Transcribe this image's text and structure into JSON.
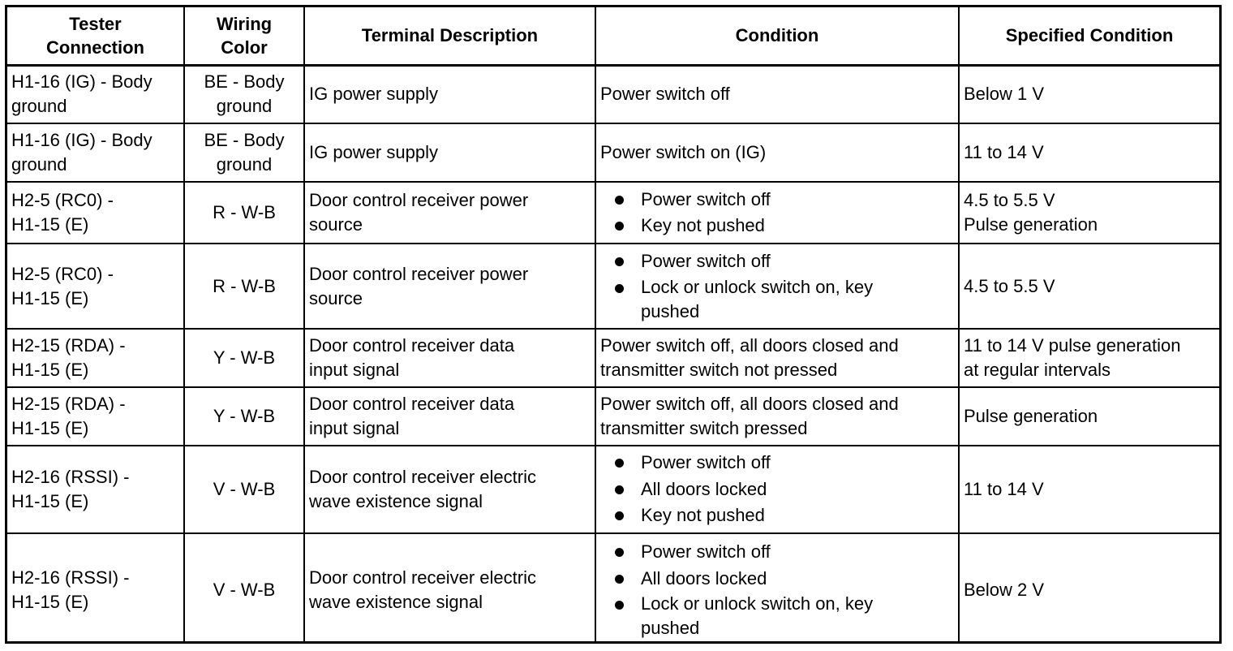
{
  "table": {
    "headers": [
      "Tester\nConnection",
      "Wiring\nColor",
      "Terminal Description",
      "Condition",
      "Specified Condition"
    ],
    "rows": [
      {
        "tester": "H1-16 (IG) - Body\nground",
        "wiring": "BE - Body\nground",
        "terminal": "IG power supply",
        "condition": "Power switch off",
        "condition_items": [],
        "specified": "Below 1 V"
      },
      {
        "tester": "H1-16 (IG) - Body\nground",
        "wiring": "BE - Body\nground",
        "terminal": "IG power supply",
        "condition": "Power switch on (IG)",
        "condition_items": [],
        "specified": "11 to 14 V"
      },
      {
        "tester": "H2-5 (RC0) -\nH1-15 (E)",
        "wiring": "R - W-B",
        "terminal": "Door control receiver power\nsource",
        "condition": "",
        "condition_items": [
          "Power switch off",
          "Key not pushed"
        ],
        "specified": "4.5 to 5.5 V\nPulse generation"
      },
      {
        "tester": "H2-5 (RC0) -\nH1-15 (E)",
        "wiring": "R - W-B",
        "terminal": "Door control receiver power\nsource",
        "condition": "",
        "condition_items": [
          "Power switch off",
          "Lock or unlock switch on, key\npushed"
        ],
        "specified": "4.5 to 5.5 V"
      },
      {
        "tester": "H2-15 (RDA) -\nH1-15 (E)",
        "wiring": "Y - W-B",
        "terminal": "Door control receiver data\ninput signal",
        "condition": "Power switch off, all doors closed and\ntransmitter switch not pressed",
        "condition_items": [],
        "specified": "11 to 14 V pulse generation\nat regular intervals"
      },
      {
        "tester": "H2-15 (RDA) -\nH1-15 (E)",
        "wiring": "Y - W-B",
        "terminal": "Door control receiver data\ninput signal",
        "condition": "Power switch off, all doors closed and\ntransmitter switch pressed",
        "condition_items": [],
        "specified": "Pulse generation"
      },
      {
        "tester": "H2-16 (RSSI) -\nH1-15 (E)",
        "wiring": "V - W-B",
        "terminal": "Door control receiver electric\nwave existence signal",
        "condition": "",
        "condition_items": [
          "Power switch off",
          "All doors locked",
          "Key not pushed"
        ],
        "specified": "11 to 14 V"
      },
      {
        "tester": "H2-16 (RSSI) -\nH1-15 (E)",
        "wiring": "V - W-B",
        "terminal": "Door control receiver electric\nwave existence signal",
        "condition": "",
        "condition_items": [
          "Power switch off",
          "All doors locked",
          "Lock or unlock switch on, key\npushed"
        ],
        "specified": "Below 2 V"
      }
    ]
  }
}
